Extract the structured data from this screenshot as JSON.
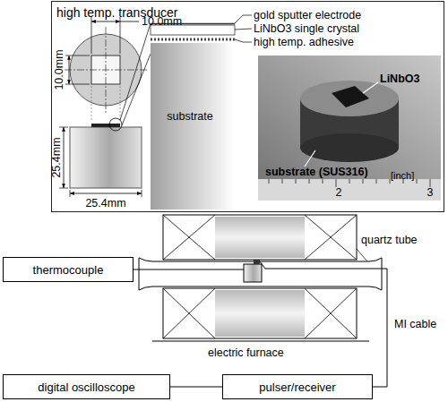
{
  "diagram": {
    "nodes": [
      {
        "text": [
          "high temp. transducer"
        ]
      },
      {
        "text": [
          "thermocouple"
        ]
      },
      {
        "text": [
          "digital oscilloscope"
        ]
      },
      {
        "text": [
          "pulser/receiver"
        ]
      }
    ],
    "edges": [
      {
        "from": 2,
        "to": 3,
        "arrow": "none"
      }
    ],
    "labels": [
      "10.0mm",
      "10.0mm",
      "25.4mm",
      "25.4mm",
      "gold sputter electrode",
      "LiNbO3 single crystal",
      "high temp. adhesive",
      "substrate",
      "LiNbO3",
      "substrate (SUS316)",
      "[inch]",
      "2",
      "3",
      "quartz tube",
      "MI cable",
      "electric furnace"
    ]
  }
}
